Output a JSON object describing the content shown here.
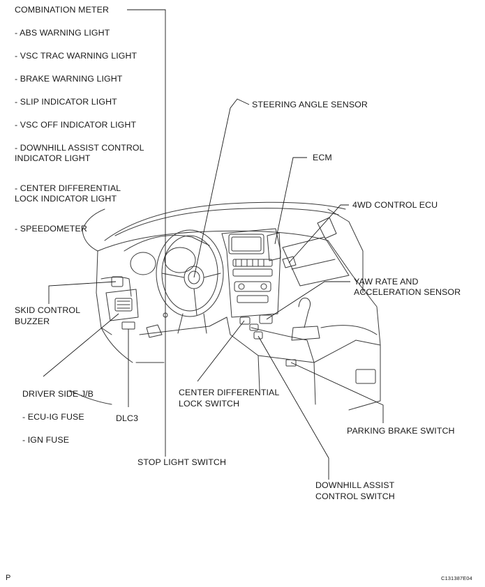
{
  "labels": {
    "combination_meter": "COMBINATION METER",
    "abs_warning": "- ABS WARNING LIGHT",
    "vsc_trac_warning": "- VSC TRAC WARNING LIGHT",
    "brake_warning": "- BRAKE WARNING LIGHT",
    "slip_indicator": "- SLIP INDICATOR LIGHT",
    "vsc_off_indicator": "- VSC OFF INDICATOR LIGHT",
    "downhill_indicator_1": "- DOWNHILL ASSIST CONTROL",
    "downhill_indicator_2": "INDICATOR LIGHT",
    "center_diff_indicator_1": "- CENTER DIFFERENTIAL",
    "center_diff_indicator_2": "LOCK INDICATOR LIGHT",
    "speedometer": "- SPEEDOMETER",
    "steering_angle_sensor": "STEERING ANGLE SENSOR",
    "ecm": "ECM",
    "fourwd_control_ecu": "4WD CONTROL ECU",
    "yaw_rate_1": "YAW RATE AND",
    "yaw_rate_2": "ACCELERATION SENSOR",
    "skid_control_1": "SKID CONTROL",
    "skid_control_2": "BUZZER",
    "driver_side_jb": "DRIVER SIDE J/B",
    "ecu_ig_fuse": "- ECU-IG FUSE",
    "ign_fuse": "- IGN FUSE",
    "dlc3": "DLC3",
    "center_diff_switch_1": "CENTER DIFFERENTIAL",
    "center_diff_switch_2": "LOCK SWITCH",
    "parking_brake_switch": "PARKING BRAKE SWITCH",
    "stop_light_switch": "STOP LIGHT SWITCH",
    "downhill_switch_1": "DOWNHILL ASSIST",
    "downhill_switch_2": "CONTROL SWITCH",
    "page_marker": "P",
    "figure_code": "C131387E04"
  },
  "colors": {
    "ink": "#1a1a1a",
    "sketch": "#3a3a3a",
    "background": "#ffffff"
  }
}
